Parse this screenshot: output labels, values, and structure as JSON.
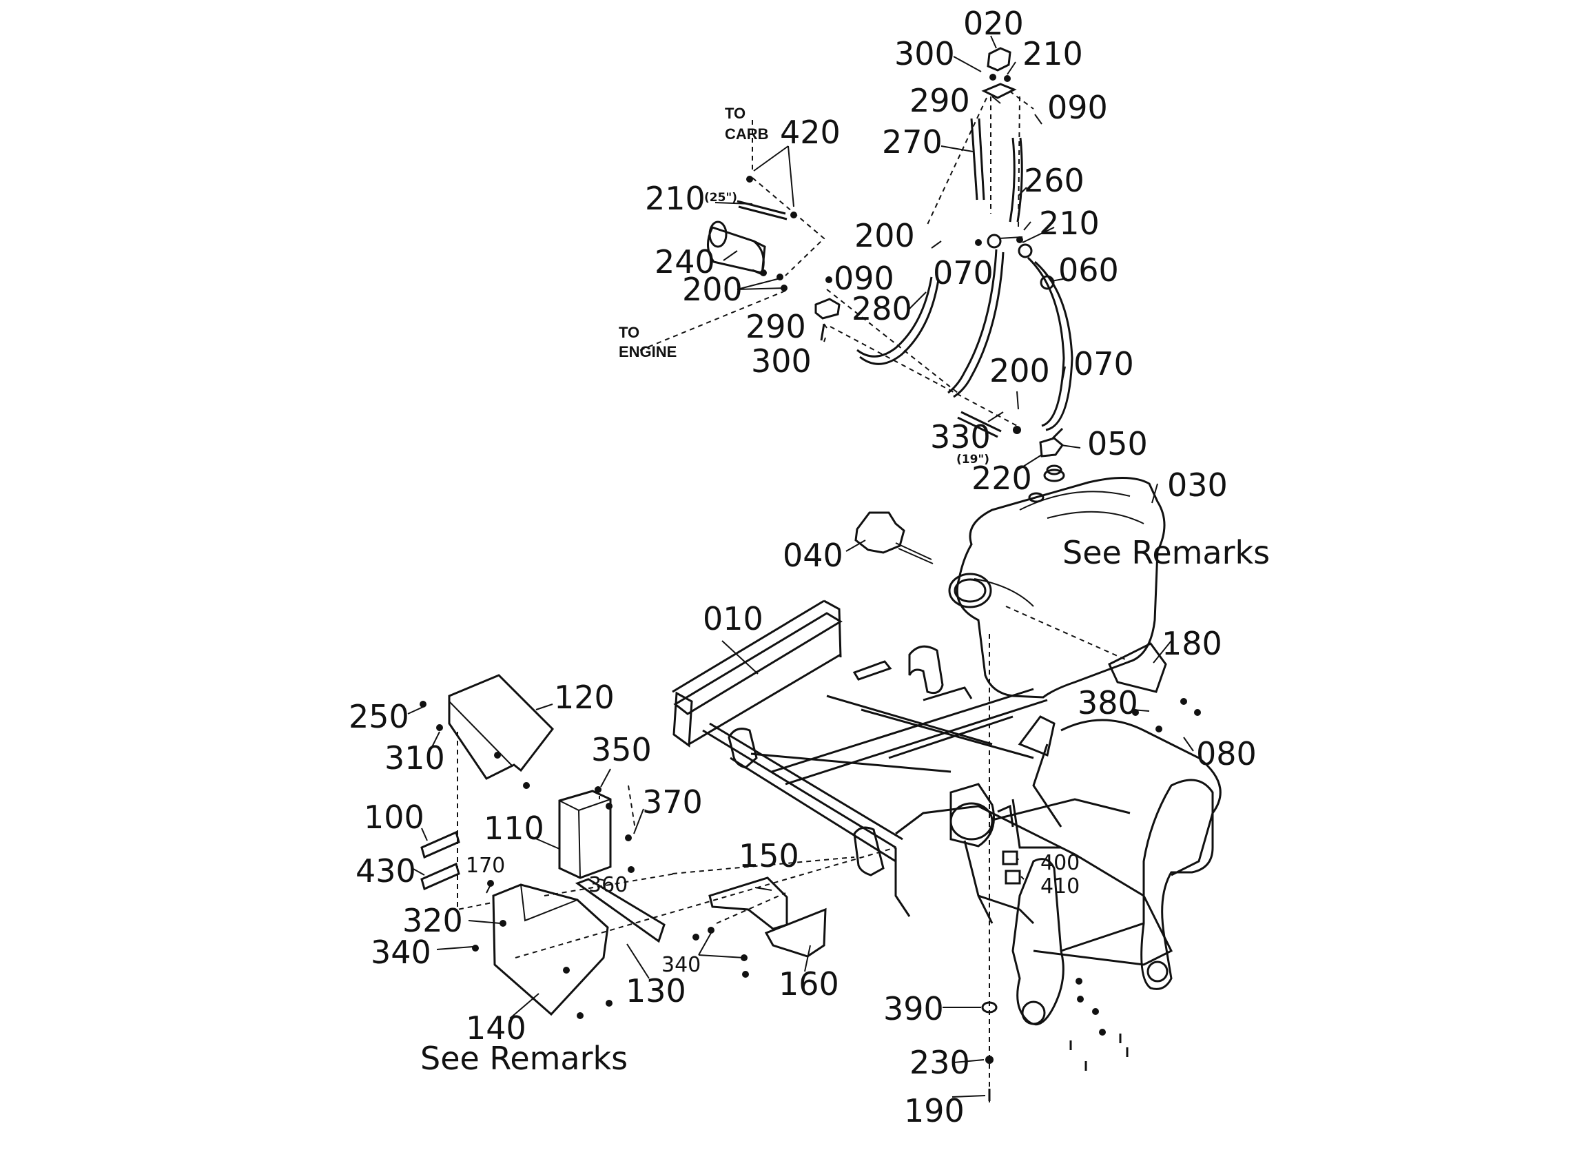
{
  "labels": {
    "l020": "020",
    "l300a": "300",
    "l210a": "210",
    "l290a": "290",
    "l090a": "090",
    "l270": "270",
    "l260": "260",
    "l420": "420",
    "l210b": "210",
    "l25": "(25\")",
    "l200a": "200",
    "l210c": "210",
    "l240": "240",
    "l090b": "090",
    "l070a": "070",
    "l060": "060",
    "l200b": "200",
    "l280": "280",
    "l290b": "290",
    "l300b": "300",
    "l200c": "200",
    "l070b": "070",
    "l330": "330",
    "l19": "(19\")",
    "l050": "050",
    "l220": "220",
    "l030": "030",
    "l040": "040",
    "l010": "010",
    "l180": "180",
    "l120": "120",
    "l250": "250",
    "l380": "380",
    "l080": "080",
    "l310": "310",
    "l350": "350",
    "l370": "370",
    "l100": "100",
    "l110": "110",
    "l150": "150",
    "l400": "400",
    "l410": "410",
    "l430": "430",
    "l170": "170",
    "l360": "360",
    "l320": "320",
    "l340a": "340",
    "l340b": "340",
    "l130": "130",
    "l160": "160",
    "l390": "390",
    "l140": "140",
    "l230": "230",
    "l190": "190"
  },
  "notes": {
    "to_carb_1": "TO",
    "to_carb_2": "CARB",
    "to_engine_1": "TO",
    "to_engine_2": "ENGINE",
    "remarks_tank": "See Remarks",
    "remarks_box": "See Remarks"
  }
}
